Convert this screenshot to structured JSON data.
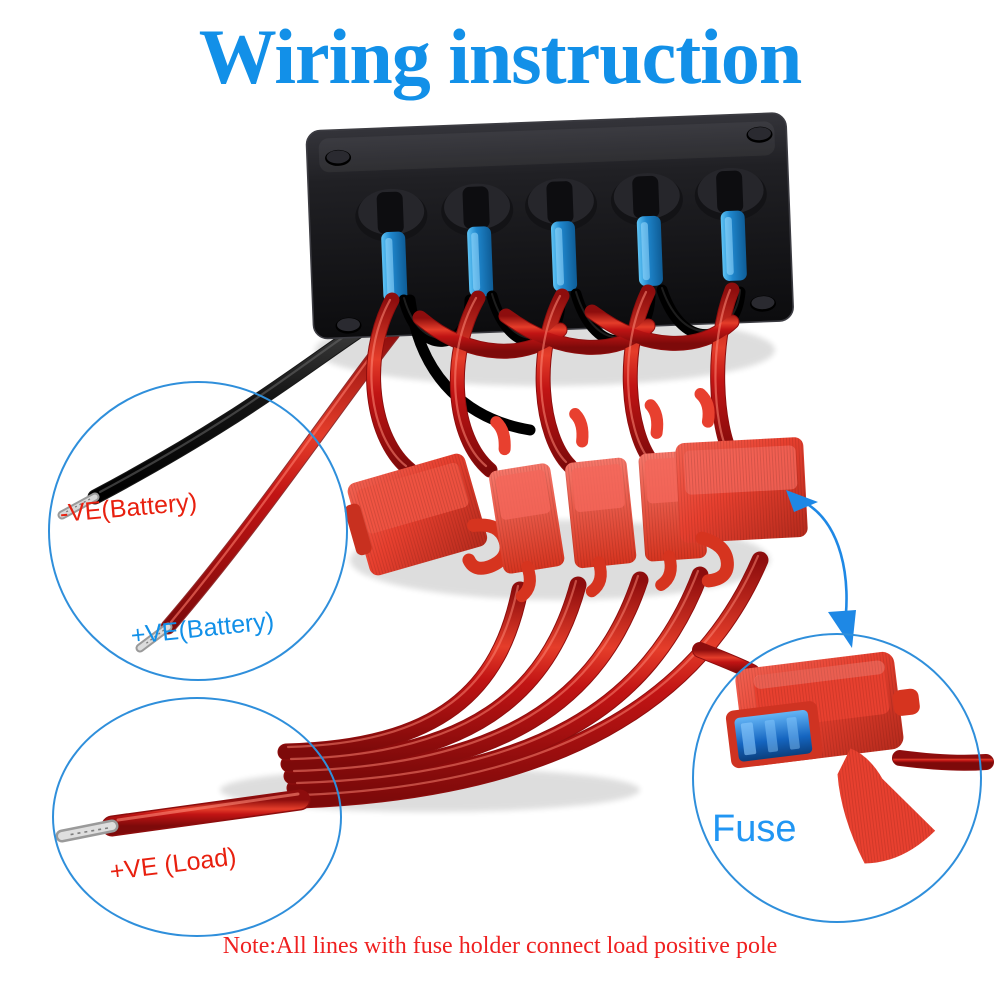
{
  "page": {
    "title": "Wiring instruction",
    "note": "Note:All lines with fuse holder connect load positive pole",
    "background_color": "#ffffff"
  },
  "colors": {
    "title_blue": "#1290e8",
    "label_blue": "#1290e8",
    "fuse_label_blue": "#2196f3",
    "label_red": "#e8200f",
    "note_red": "#ef2020",
    "circle_stroke": "#2f8fdb",
    "arrow_blue": "#1e88e5",
    "wire_red": "#b81010",
    "wire_red_light": "#e03030",
    "wire_black": "#111111",
    "fuse_body_red": "#e8402f",
    "fuse_body_red_dark": "#c32a1c",
    "panel_black": "#1b1b1d",
    "switch_blue": "#2e9fe0",
    "fuse_blade_blue": "#1565c0"
  },
  "callouts": [
    {
      "id": "battery",
      "name": "battery-wires-callout",
      "shape": "circle",
      "labels": [
        {
          "id": "neg-battery",
          "text": "-VE(Battery)",
          "color": "#e8200f",
          "wire": "black"
        },
        {
          "id": "pos-battery",
          "text": "+VE(Battery)",
          "color": "#1290e8",
          "wire": "red"
        }
      ]
    },
    {
      "id": "load",
      "name": "load-wire-callout",
      "shape": "circle",
      "labels": [
        {
          "id": "pos-load",
          "text": "+VE (Load)",
          "color": "#e8200f",
          "wire": "red"
        }
      ]
    },
    {
      "id": "fuse",
      "name": "fuse-detail-callout",
      "shape": "circle",
      "labels": [
        {
          "id": "fuse",
          "text": "Fuse",
          "color": "#2196f3"
        }
      ]
    }
  ],
  "panel": {
    "name": "rocker-switch-panel",
    "switch_count": 5,
    "mounting_hole_count": 4,
    "body_color": "#1b1b1d",
    "switch_connector_color": "#2e9fe0"
  },
  "fuse_holders": {
    "name": "inline-fuse-holder-row",
    "count": 5,
    "body_color": "#e8402f",
    "blade_fuse_color": "#1565c0"
  },
  "arrow": {
    "name": "fuse-pointer-arrow",
    "style": "double-headed-curved",
    "color": "#1e88e5",
    "from": "fuse-holder-row",
    "to": "fuse-detail-callout"
  },
  "wires": {
    "battery_negative": {
      "color": "#111111",
      "label": "-VE(Battery)"
    },
    "battery_positive": {
      "color": "#b81010",
      "label": "+VE(Battery)"
    },
    "load_positive": {
      "color": "#b81010",
      "label": "+VE (Load)",
      "count": 5
    }
  }
}
